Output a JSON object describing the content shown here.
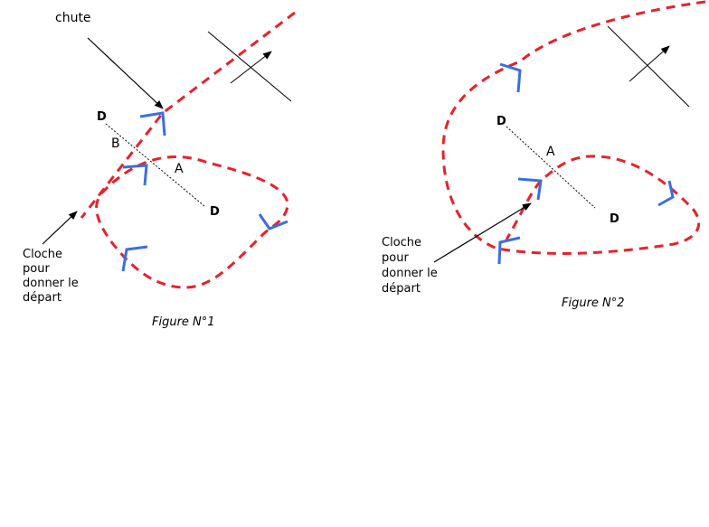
{
  "figure1": {
    "caption": "Figure N°1",
    "chute_label": "chute",
    "point_d_top": "D",
    "point_b": "B",
    "point_a": "A",
    "point_d_bottom": "D",
    "start_label": [
      "Cloche",
      "pour",
      "donner le",
      "départ"
    ]
  },
  "figure2": {
    "caption": "Figure N°2",
    "point_d_top": "D",
    "point_a": "A",
    "point_d_bottom": "D",
    "start_label": [
      "Cloche",
      "pour",
      "donner le",
      "départ"
    ]
  },
  "colors": {
    "course": "#e8212a",
    "marks": "#3a6fe0",
    "text": "#000000"
  }
}
